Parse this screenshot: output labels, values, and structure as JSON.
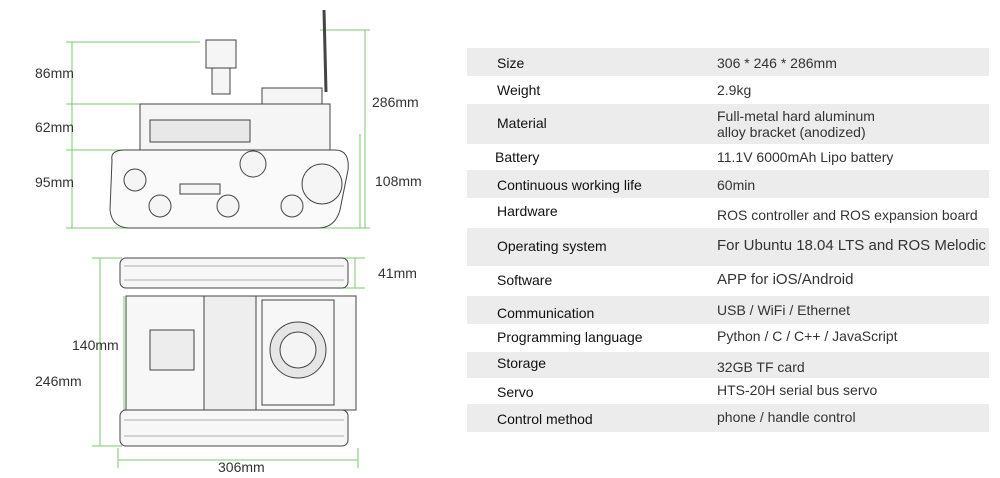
{
  "dimensions": {
    "side_heights": [
      "86mm",
      "62mm",
      "95mm"
    ],
    "side_total_height": "286mm",
    "track_height": "108mm",
    "track_width": "41mm",
    "chassis_width": "140mm",
    "overall_width": "246mm",
    "overall_length": "306mm"
  },
  "specs": [
    {
      "label": "Size",
      "value": "306 * 246 * 286mm"
    },
    {
      "label": "Weight",
      "value": "2.9kg"
    },
    {
      "label": "Material",
      "value": "Full-metal hard aluminum",
      "value2": "alloy bracket (anodized)"
    },
    {
      "label": "Battery",
      "value": "11.1V 6000mAh Lipo battery"
    },
    {
      "label": "Continuous working life",
      "value": "60min"
    },
    {
      "label": "Hardware",
      "value": "ROS controller and ROS expansion board"
    },
    {
      "label": "Operating system",
      "value": "For Ubuntu 18.04 LTS and ROS Melodic"
    },
    {
      "label": "Software",
      "value": "APP for iOS/Android"
    },
    {
      "label": "Communication",
      "value": "USB / WiFi / Ethernet"
    },
    {
      "label": "Programming language",
      "value": "Python / C / C++ / JavaScript"
    },
    {
      "label": "Storage",
      "value": "32GB TF card"
    },
    {
      "label": "Servo",
      "value": "HTS-20H serial bus servo"
    },
    {
      "label": "Control method",
      "value": "phone / handle control"
    }
  ]
}
